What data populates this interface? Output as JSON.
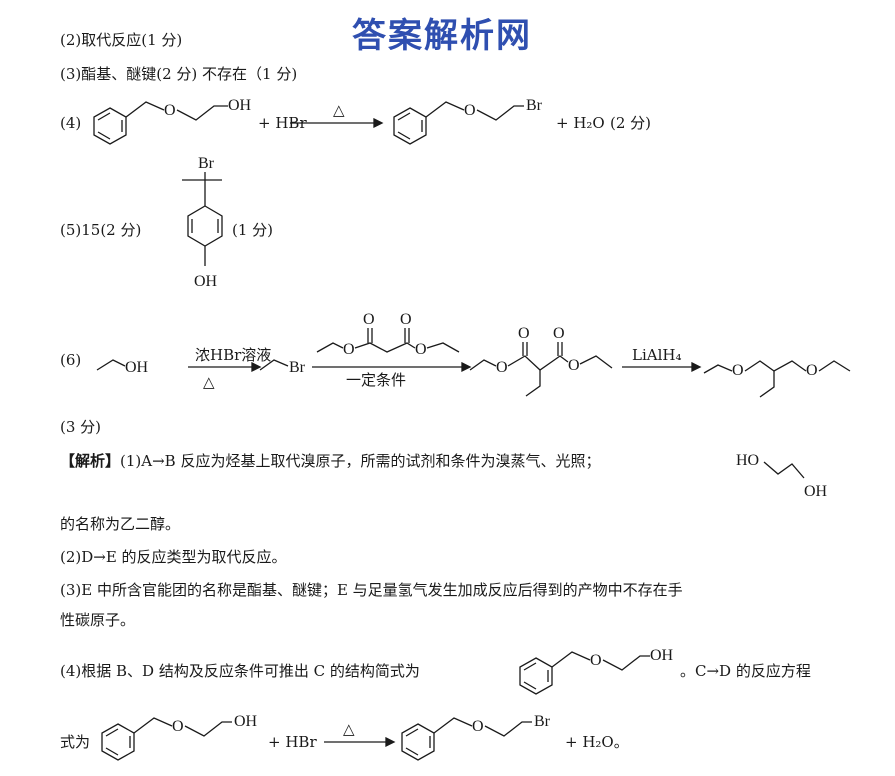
{
  "watermark": "答案解析网",
  "answers": {
    "a2": "(2)取代反应(1 分)",
    "a3": "(3)酯基、醚键(2 分)   不存在（1 分)",
    "a4_prefix": "(4)",
    "a4_suffix": "(2 分)",
    "a5_prefix": "(5)15(2 分)",
    "a5_suffix": "(1 分)",
    "a6_prefix": "(6)",
    "a6_score": "(3 分)"
  },
  "reaction": {
    "reagent_hbr": "+ HBr",
    "heat": "△",
    "water": "+ H₂O",
    "water_period": "+ H₂O。"
  },
  "labels": {
    "oh": "OH",
    "ho": "HO",
    "o": "O",
    "br": "Br",
    "step1_top": "浓HBr溶液",
    "step1_bottom": "△",
    "step2_bottom": "一定条件",
    "step3_top": "LiAlH₄"
  },
  "analysis": {
    "tag": "【解析】",
    "p1": "(1)A→B 反应为烃基上取代溴原子，所需的试剂和条件为溴蒸气、光照；",
    "p1b": "的名称为乙二醇。",
    "p2": "(2)D→E 的反应类型为取代反应。",
    "p3a": "(3)E 中所含官能团的名称是酯基、醚键；E 与足量氢气发生加成反应后得到的产物中不存在手",
    "p3b": "性碳原子。",
    "p4a": "(4)根据 B、D 结构及反应条件可推出 C 的结构简式为",
    "p4b": "。C→D 的反应方程",
    "p4c": "式为"
  }
}
